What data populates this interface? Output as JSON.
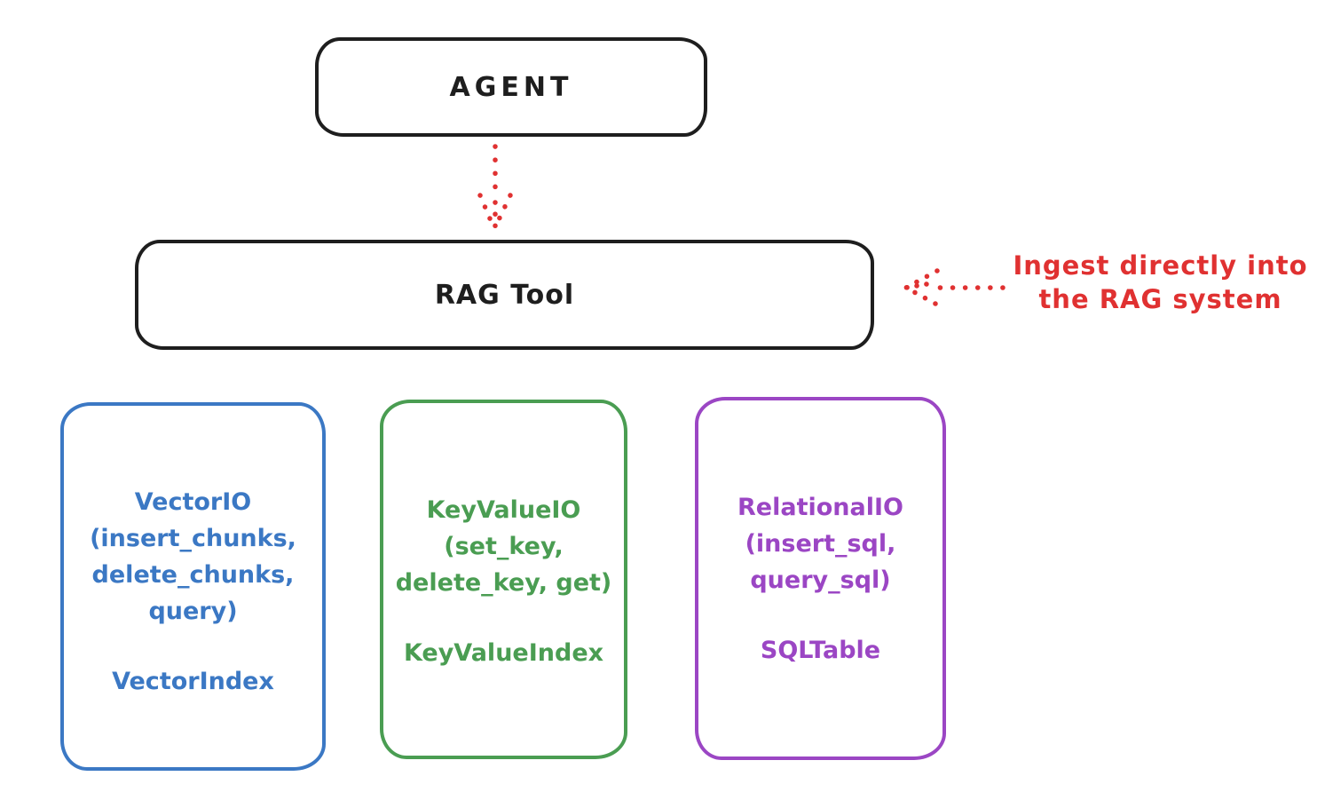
{
  "diagram": {
    "stroke_color": "#1e1e1e",
    "agent_box": {
      "label": "AGENT"
    },
    "rag_tool_box": {
      "label": "RAG Tool"
    },
    "agent_to_rag_arrow": {
      "color": "#e03131",
      "style": "dotted",
      "direction": "down"
    },
    "ingest_annotation": {
      "color": "#e03131",
      "arrow_style": "dotted",
      "arrow_direction": "left",
      "text_lines": [
        "Ingest directly into",
        "the RAG system"
      ]
    },
    "stores": [
      {
        "id": "vector-io",
        "color": "#3b78c4",
        "io_block_lines": [
          "VectorIO",
          "(insert_chunks,",
          "delete_chunks,",
          "query)"
        ],
        "index_label": "VectorIndex"
      },
      {
        "id": "keyvalue-io",
        "color": "#4a9d52",
        "io_block_lines": [
          "KeyValueIO",
          "(set_key,",
          "delete_key, get)"
        ],
        "index_label": "KeyValueIndex"
      },
      {
        "id": "relational-io",
        "color": "#9b46c4",
        "io_block_lines": [
          "RelationalIO",
          "(insert_sql,",
          "query_sql)"
        ],
        "index_label": "SQLTable"
      }
    ]
  }
}
